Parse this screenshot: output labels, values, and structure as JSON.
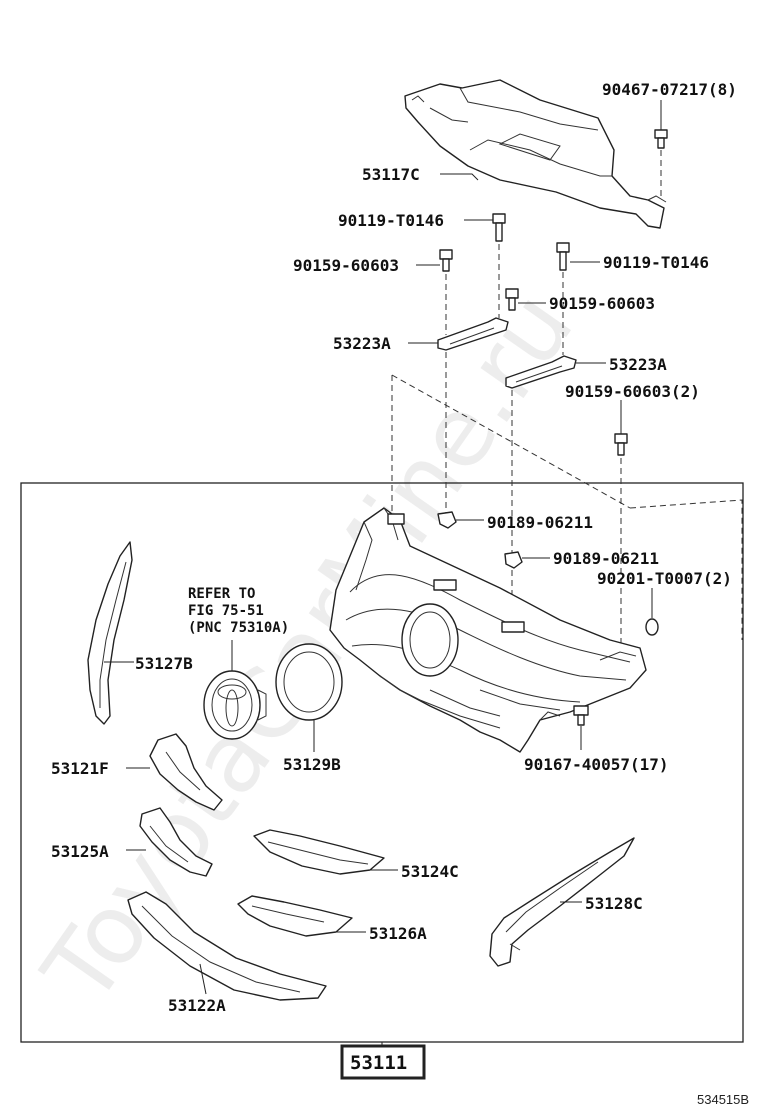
{
  "watermark": "ToyotaCarMine.ru",
  "main_part": "53111",
  "figure_id": "534515B",
  "refer": {
    "line1": "REFER TO",
    "line2": "FIG 75-51",
    "line3": "(PNC 75310A)"
  },
  "labels": {
    "p90467": "90467-07217(8)",
    "p53117c": "53117C",
    "p90119a": "90119-T0146",
    "p90159a": "90159-60603",
    "p90119b": "90119-T0146",
    "p90159b": "90159-60603",
    "p53223a_left": "53223A",
    "p53223a_right": "53223A",
    "p90159c": "90159-60603(2)",
    "p90189a": "90189-06211",
    "p90189b": "90189-06211",
    "p90201": "90201-T0007(2)",
    "p53127b": "53127B",
    "p53129b": "53129B",
    "p90167": "90167-40057(17)",
    "p53121f": "53121F",
    "p53125a": "53125A",
    "p53124c": "53124C",
    "p53128c": "53128C",
    "p53126a": "53126A",
    "p53122a": "53122A"
  }
}
